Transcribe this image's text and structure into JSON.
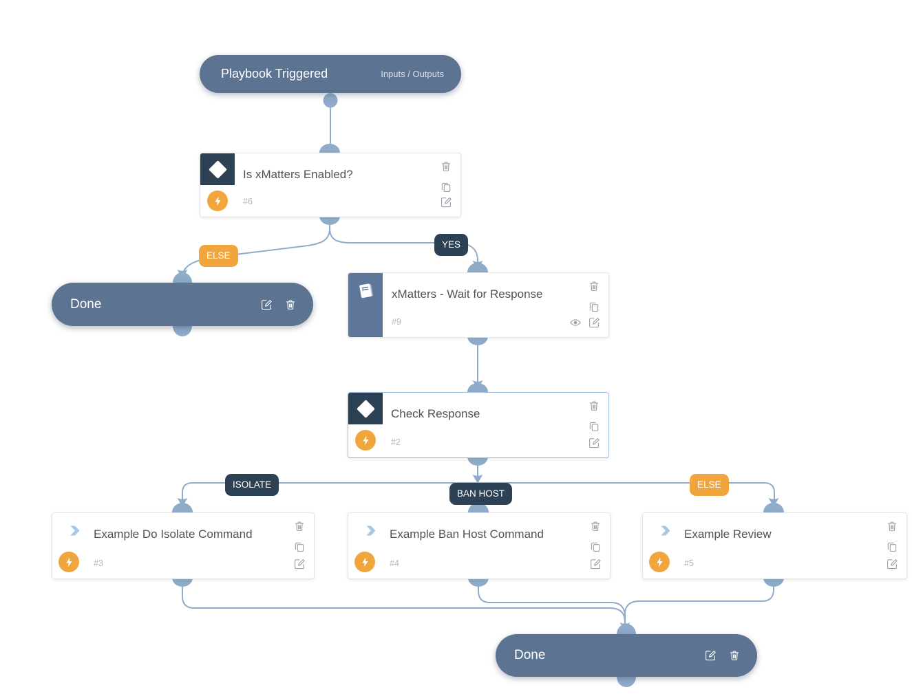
{
  "palette": {
    "connector_blue": "#8fabca",
    "slate_pill": "#5d7392",
    "navy": "#2d4154",
    "orange": "#f0a63c",
    "card_border": "#e3e6e8",
    "selected_card_border": "#9fc1e3",
    "title_text": "#4e5256",
    "muted_text": "#b4b7ba",
    "icon_gray": "#9aa0a6"
  },
  "trigger": {
    "title": "Playbook Triggered",
    "io_link": "Inputs / Outputs"
  },
  "edge_labels": {
    "else_left": "ELSE",
    "yes": "YES",
    "isolate": "ISOLATE",
    "ban_host": "BAN HOST",
    "else_right": "ELSE"
  },
  "nodes": [
    {
      "title": "Is xMatters Enabled?",
      "number": "#6",
      "kind": "decision",
      "icons": [
        "trash",
        "copy",
        "edit"
      ]
    },
    {
      "title": "xMatters - Wait for Response",
      "number": "#9",
      "kind": "playbook",
      "icons": [
        "trash",
        "copy",
        "eye",
        "edit"
      ]
    },
    {
      "title": "Check Response",
      "number": "#2",
      "kind": "decision",
      "selected": true,
      "icons": [
        "trash",
        "copy",
        "edit"
      ]
    },
    {
      "title": "Example Do Isolate Command",
      "number": "#3",
      "kind": "action",
      "icons": [
        "trash",
        "copy",
        "edit"
      ]
    },
    {
      "title": "Example Ban Host Command",
      "number": "#4",
      "kind": "action",
      "icons": [
        "trash",
        "copy",
        "edit"
      ]
    },
    {
      "title": "Example Review",
      "number": "#5",
      "kind": "action",
      "icons": [
        "trash",
        "copy",
        "edit"
      ]
    }
  ],
  "endpoints": {
    "left": {
      "label": "Done",
      "icons": [
        "edit",
        "trash"
      ]
    },
    "bottom": {
      "label": "Done",
      "icons": [
        "edit",
        "trash"
      ]
    }
  }
}
